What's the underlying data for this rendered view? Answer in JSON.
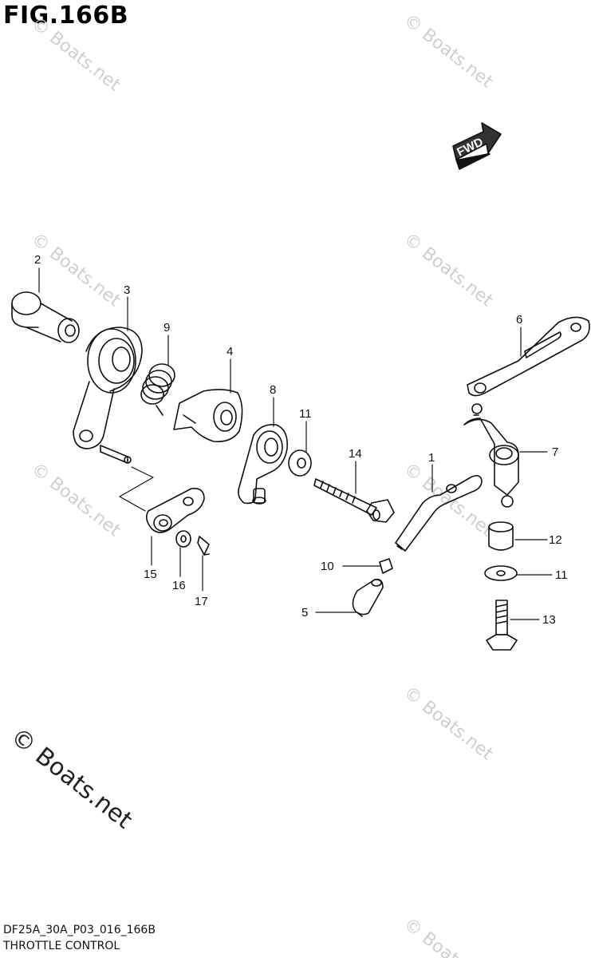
{
  "figure": {
    "title": "FIG.166B",
    "diagram_code": "DF25A_30A_P03_016_166B",
    "diagram_name": "THROTTLE CONTROL"
  },
  "watermark": {
    "text": "© Boats.net",
    "large_text": "© Boats.net"
  },
  "direction_badge": {
    "label": "FWD"
  },
  "callouts": [
    {
      "number": "1"
    },
    {
      "number": "2"
    },
    {
      "number": "3"
    },
    {
      "number": "4"
    },
    {
      "number": "5"
    },
    {
      "number": "6"
    },
    {
      "number": "7"
    },
    {
      "number": "8"
    },
    {
      "number": "9"
    },
    {
      "number": "10"
    },
    {
      "number": "11"
    },
    {
      "number": "11"
    },
    {
      "number": "12"
    },
    {
      "number": "13"
    },
    {
      "number": "14"
    },
    {
      "number": "15"
    },
    {
      "number": "16"
    },
    {
      "number": "17"
    }
  ],
  "colors": {
    "line": "#111111",
    "watermark": "#cfcfcf",
    "background": "#ffffff"
  }
}
